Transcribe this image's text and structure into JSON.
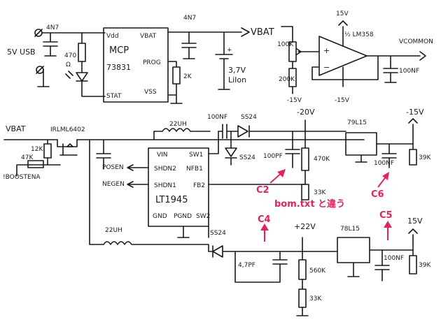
{
  "labels": {
    "input_cap": "4N7",
    "usb": "5V USB",
    "led_res": "470",
    "ohm": "Ω",
    "mcp_vdd": "Vdd",
    "mcp_name1": "MCP",
    "mcp_name2": "73831",
    "mcp_prog": "PROG",
    "mcp_stat": "STAT",
    "mcp_vss": "VSS",
    "mcp_vbat": "VBAT",
    "prog_res": "2K",
    "vbat_cap": "4N7",
    "battery1": "3,7V",
    "battery2": "LiIon",
    "vbat_out": "VBAT",
    "opamp_supply": "15V",
    "opamp_name": "½ LM358",
    "pot_top": "100K",
    "pot_bot": "200K",
    "neg_a": "-15V",
    "neg_b": "-15V",
    "vcommon": "VCOMMON",
    "vcommon_cap": "100NF",
    "vbat_left": "VBAT",
    "mosfet": "IRLML6402",
    "res_12k": "12K",
    "res_47k": "47K",
    "boost_en": "!BOOSTENA",
    "ind1": "22UH",
    "cap_100nf": "100NF",
    "diode1": "SS24",
    "diode2": "SS24",
    "neg20": "-20V",
    "ic_vin": "VIN",
    "ic_sw1": "SW1",
    "ic_shdn2": "SHDN2",
    "ic_nfb1": "NFB1",
    "ic_shdn1": "SHDN1",
    "ic_name": "LT1945",
    "ic_fb2": "FB2",
    "ic_gnd": "GND",
    "ic_pgnd": "PGND",
    "ic_sw2": "SW2",
    "posen": "POSEN",
    "negen": "NEGEN",
    "cap_100pf": "100PF",
    "res_470k": "470K",
    "res_33k_top": "33K",
    "reg_neg": "79L15",
    "neg15": "-15V",
    "cap_100nf_b": "100NF",
    "res_39k": "39K",
    "ind2": "22UH",
    "diode3": "SS24",
    "pos22": "+22V",
    "cap_47pf": "4,7PF",
    "res_560k": "560K",
    "res_33k_bot": "33K",
    "reg_pos": "78L15",
    "pos15": "15V",
    "cap_100nf_c": "100NF",
    "res_39k_b": "39K"
  },
  "annotations": {
    "c2": "C2",
    "c6": "C6",
    "c4": "C4",
    "c5": "C5",
    "bom_note": "bom.txt と違う"
  },
  "colors": {
    "ink": "#1a1a1a",
    "annotation": "#e8205f",
    "paper": "#ffffff"
  }
}
